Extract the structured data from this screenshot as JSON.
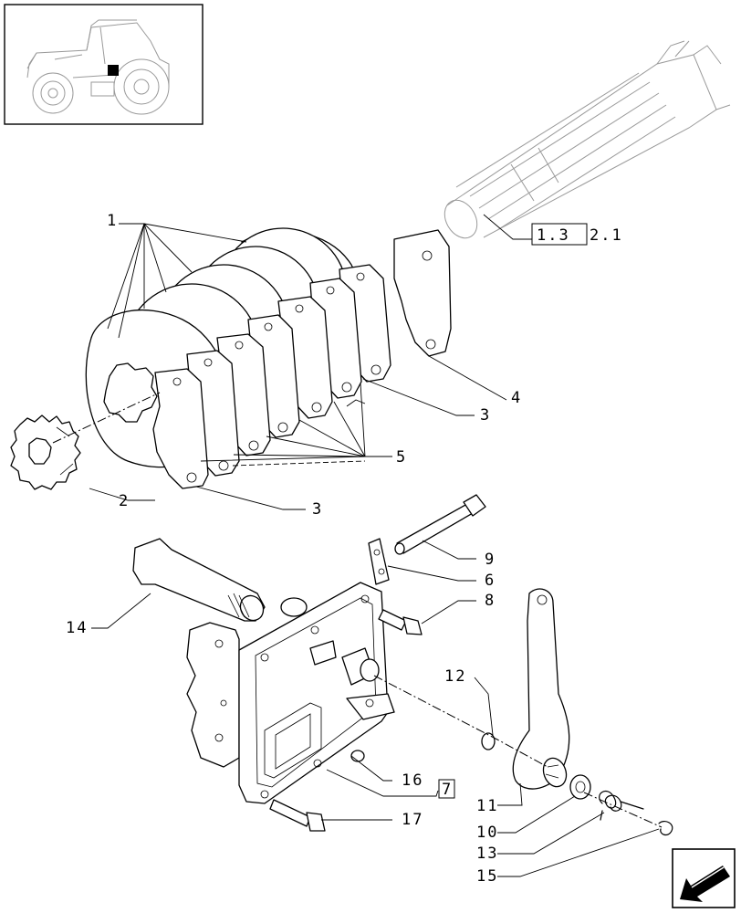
{
  "labels": {
    "p1": "1",
    "p2": "2",
    "p3a": "3",
    "p3b": "3",
    "p4": "4",
    "p5": "5",
    "p6": "6",
    "p8": "8",
    "p9": "9",
    "p10": "10",
    "p11": "11",
    "p12": "12",
    "p13": "13",
    "p14": "14",
    "p15": "15",
    "p16": "16",
    "p17": "17"
  },
  "references": {
    "shaft_ref_boxed": "1.3",
    "shaft_ref_tail": "2.1",
    "plate_ref_box": "7"
  },
  "icons": {
    "thumbnail": "tractor-thumbnail-icon",
    "nav": "previous-page-arrow-icon"
  }
}
